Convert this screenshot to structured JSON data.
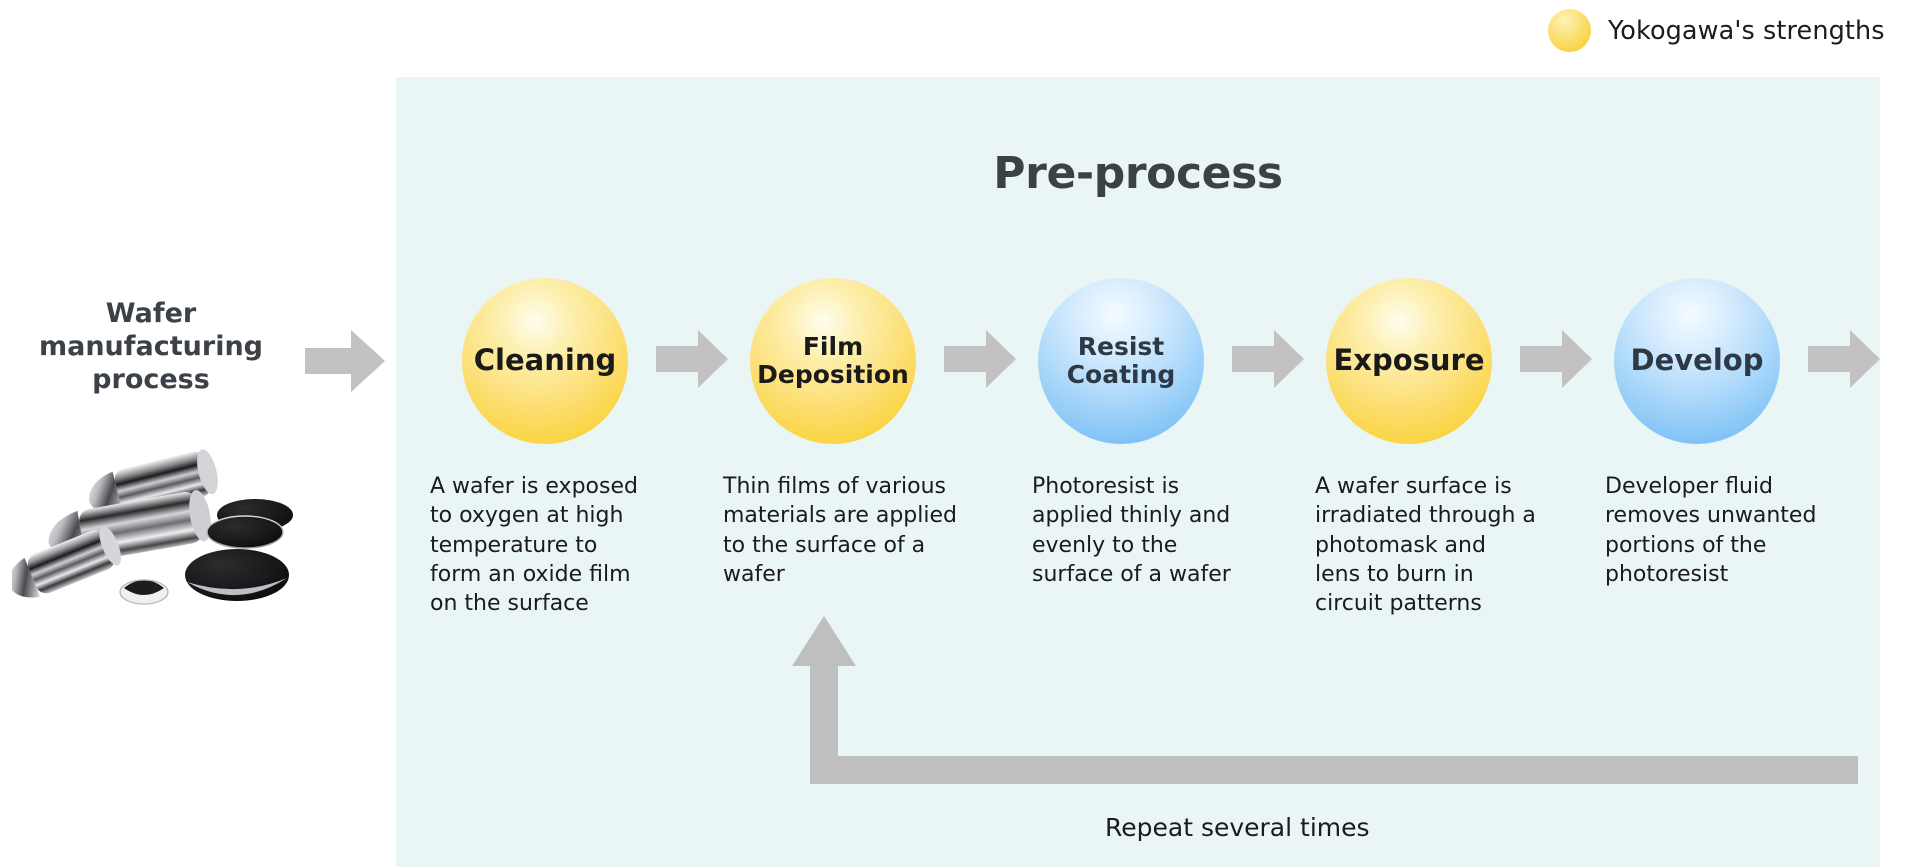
{
  "legend": {
    "icon": "yellow-circle-icon",
    "label": "Yokogawa's strengths",
    "color": "#fad546"
  },
  "panel": {
    "title": "Pre-process",
    "background_color": "#eaf5f5"
  },
  "left": {
    "title": "Wafer manufacturing process",
    "photo_alt": "silicon-ingot-and-wafer-photo"
  },
  "flow": {
    "arrow_color": "#c2c2c2",
    "steps": [
      {
        "label": "Cleaning",
        "color_type": "yellow",
        "description": "A wafer is exposed to oxygen at high temperature to form an oxide film on the surface"
      },
      {
        "label": "Film Deposition",
        "color_type": "yellow",
        "description": "Thin films of various materials are applied to the surface of a wafer"
      },
      {
        "label": "Resist Coating",
        "color_type": "blue",
        "description": "Photoresist is applied thinly and evenly to the surface of a wafer"
      },
      {
        "label": "Exposure",
        "color_type": "yellow",
        "description": "A wafer surface is irradiated through a photomask and lens to burn in circuit patterns"
      },
      {
        "label": "Develop",
        "color_type": "blue",
        "description": "Developer fluid removes unwanted portions of the photoresist"
      }
    ]
  },
  "loop": {
    "caption": "Repeat several times"
  }
}
